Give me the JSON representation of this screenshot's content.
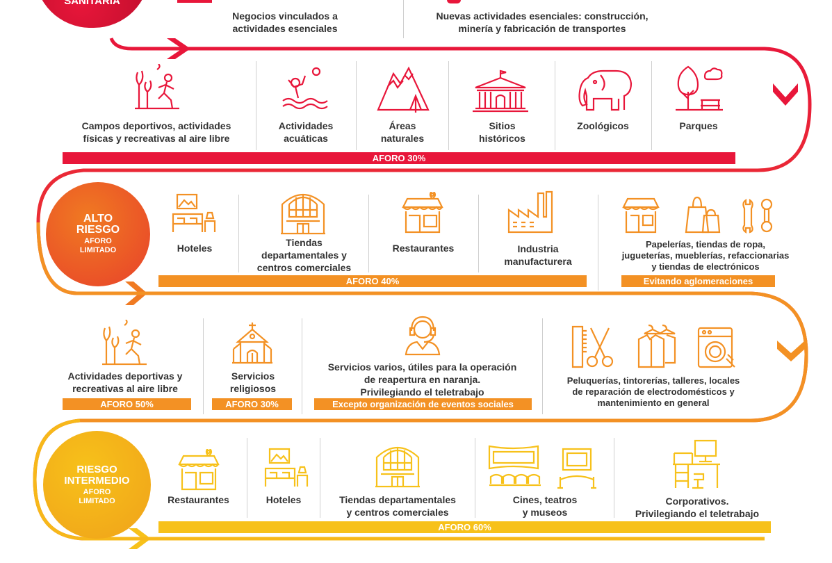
{
  "colors": {
    "red": "#e8163a",
    "orange": "#f39124",
    "yellow": "#f7c11a",
    "text": "#333333"
  },
  "top": {
    "circle_label": "SANITARIA",
    "left_text": "Negocios vinculados a\nactividades esenciales",
    "right_text": "Nuevas actividades esenciales: construcción,\nminería y fabricación de transportes"
  },
  "row1": {
    "items": [
      {
        "label": "Campos deportivos, actividades\nfísicas y recreativas al aire libre",
        "icon": "sports-outdoor-icon"
      },
      {
        "label": "Actividades\nacuáticas",
        "icon": "swimmer-icon"
      },
      {
        "label": "Áreas\nnaturales",
        "icon": "mountains-icon"
      },
      {
        "label": "Sitios\nhistóricos",
        "icon": "historic-building-icon"
      },
      {
        "label": "Zoológicos",
        "icon": "elephant-icon"
      },
      {
        "label": "Parques",
        "icon": "park-icon"
      }
    ],
    "bar": "AFORO 30%"
  },
  "alto": {
    "title": "ALTO\nRIESGO",
    "subtitle": "AFORO\nLIMITADO",
    "items": [
      {
        "label": "Hoteles",
        "icon": "hotel-bed-icon"
      },
      {
        "label": "Tiendas\ndepartamentales y\ncentros comerciales",
        "icon": "mall-icon"
      },
      {
        "label": "Restaurantes",
        "icon": "restaurant-icon"
      },
      {
        "label": "Industria\nmanufacturera",
        "icon": "factory-icon"
      },
      {
        "label": "Papelerías, tiendas de ropa,\njugueterías, mueblerías, refaccionarias\ny tiendas de electrónicos",
        "icon": "shops-icon"
      }
    ],
    "bar": "AFORO 40%",
    "bar2": "Evitando aglomeraciones"
  },
  "row3": {
    "items": [
      {
        "label": "Actividades deportivas y\nrecreativas al aire libre",
        "bar": "AFORO 50%",
        "icon": "sports-outdoor-icon"
      },
      {
        "label": "Servicios\nreligiosos",
        "bar": "AFORO 30%",
        "icon": "church-icon"
      },
      {
        "label": "Servicios varios, útiles para la operación\nde reapertura en naranja.\nPrivilegiando el teletrabajo",
        "bar": "Excepto organización de eventos sociales",
        "icon": "headset-operator-icon"
      },
      {
        "label": "Peluquerías, tintorerías, talleres, locales\nde reparación de electrodomésticos y\nmantenimiento en general",
        "icon": "services-icon"
      }
    ]
  },
  "intermedio": {
    "title": "RIESGO\nINTERMEDIO",
    "subtitle": "AFORO\nLIMITADO",
    "items": [
      {
        "label": "Restaurantes",
        "icon": "restaurant-icon"
      },
      {
        "label": "Hoteles",
        "icon": "hotel-bed-icon"
      },
      {
        "label": "Tiendas departamentales\ny centros comerciales",
        "icon": "mall-icon"
      },
      {
        "label": "Cines, teatros\ny museos",
        "icon": "cinema-museum-icon"
      },
      {
        "label": "Corporativos.\nPrivilegiando el teletrabajo",
        "icon": "office-desk-icon"
      }
    ],
    "bar": "AFORO 60%"
  }
}
